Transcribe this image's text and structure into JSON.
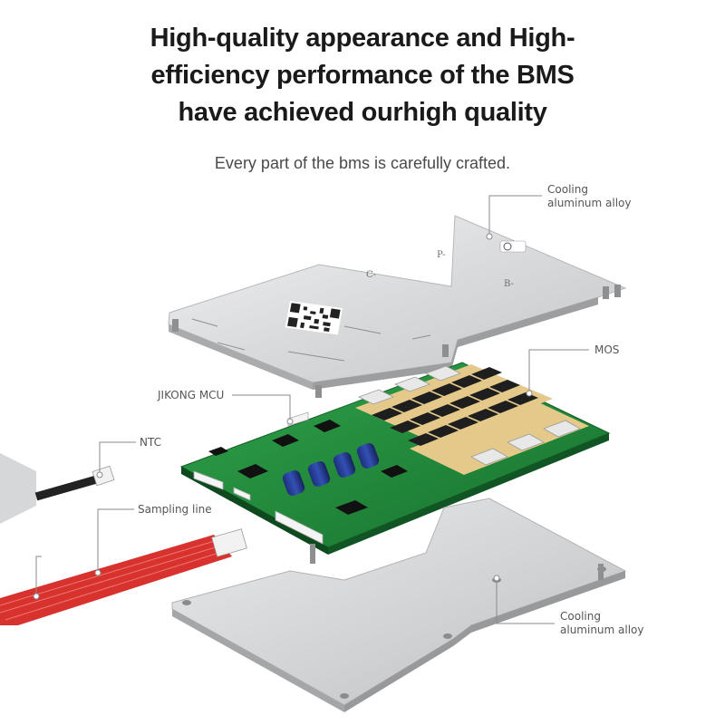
{
  "headline": {
    "line1": "High-quality appearance and High-",
    "line2": "efficiency performance of the BMS",
    "line3": "have achieved ourhigh quality"
  },
  "subtitle": "Every part of the bms is carefully crafted.",
  "callouts": {
    "top_cooling_line1": "Cooling",
    "top_cooling_line2": "aluminum alloy",
    "mos": "MOS",
    "mcu": "JIKONG MCU",
    "ntc": "NTC",
    "sampling": "Sampling line",
    "bottom_cooling_line1": "Cooling",
    "bottom_cooling_line2": "aluminum alloy"
  },
  "plate_marks": {
    "p_minus": "P-",
    "c_minus": "C-",
    "b_minus": "B-"
  },
  "colors": {
    "pcb_green": "#1f8a3a",
    "aluminum": "#d9dadc",
    "cable_red": "#d8322f",
    "heatsink_gold": "#e4c98a"
  }
}
